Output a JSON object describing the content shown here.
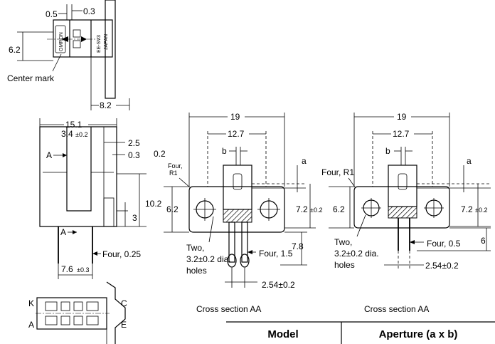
{
  "top_view": {
    "dim_0_5": "0.5",
    "dim_0_3": "0.3",
    "dim_6_2": "6.2",
    "dim_8_2": "8.2",
    "center_mark": "Center mark",
    "marking_brand": "OMRON",
    "marking_model": "EE-SV3",
    "marking_origin": "JAPAN"
  },
  "front_view": {
    "dim_15_1": "15.1",
    "dim_3_4": "3.4",
    "dim_3_4_tol": "±0.2",
    "dim_2_5": "2.5",
    "dim_0_3": "0.3",
    "dim_10_2": "10.2",
    "dim_3": "3",
    "label_a_top": "A",
    "label_a_bottom": "A",
    "leads_note": "Four, 0.25",
    "dim_7_6": "7.6",
    "dim_7_6_tol": "±0.3"
  },
  "bottom_view": {
    "pin_k": "K",
    "pin_a": "A",
    "pin_c": "C",
    "pin_e": "E"
  },
  "section_1": {
    "dim_19": "19",
    "dim_12_7": "12.7",
    "label_b": "b",
    "label_a": "a",
    "dim_0_2": "0.2",
    "radius_note_1": "Four,",
    "radius_note_2": "R1",
    "dim_6_2": "6.2",
    "dim_7_2": "7.2",
    "dim_7_2_tol": "±0.2",
    "holes_note_1": "Two,",
    "holes_note_2": "3.2±0.2 dia.",
    "holes_note_3": "holes",
    "leads_note": "Four, 1.5",
    "dim_7_8": "7.8",
    "pitch": "2.54±0.2",
    "caption": "Cross section AA"
  },
  "section_2": {
    "dim_19": "19",
    "dim_12_7": "12.7",
    "label_b": "b",
    "label_a": "a",
    "radius_note": "Four, R1",
    "dim_6_2": "6.2",
    "dim_7_2": "7.2",
    "dim_7_2_tol": "±0.2",
    "holes_note_1": "Two,",
    "holes_note_2": "3.2±0.2 dia.",
    "holes_note_3": "holes",
    "leads_note": "Four, 0.5",
    "dim_6": "6",
    "pitch": "2.54±0.2",
    "caption": "Cross section AA"
  },
  "table": {
    "headers": [
      "Model",
      "Aperture (a x b)"
    ]
  }
}
